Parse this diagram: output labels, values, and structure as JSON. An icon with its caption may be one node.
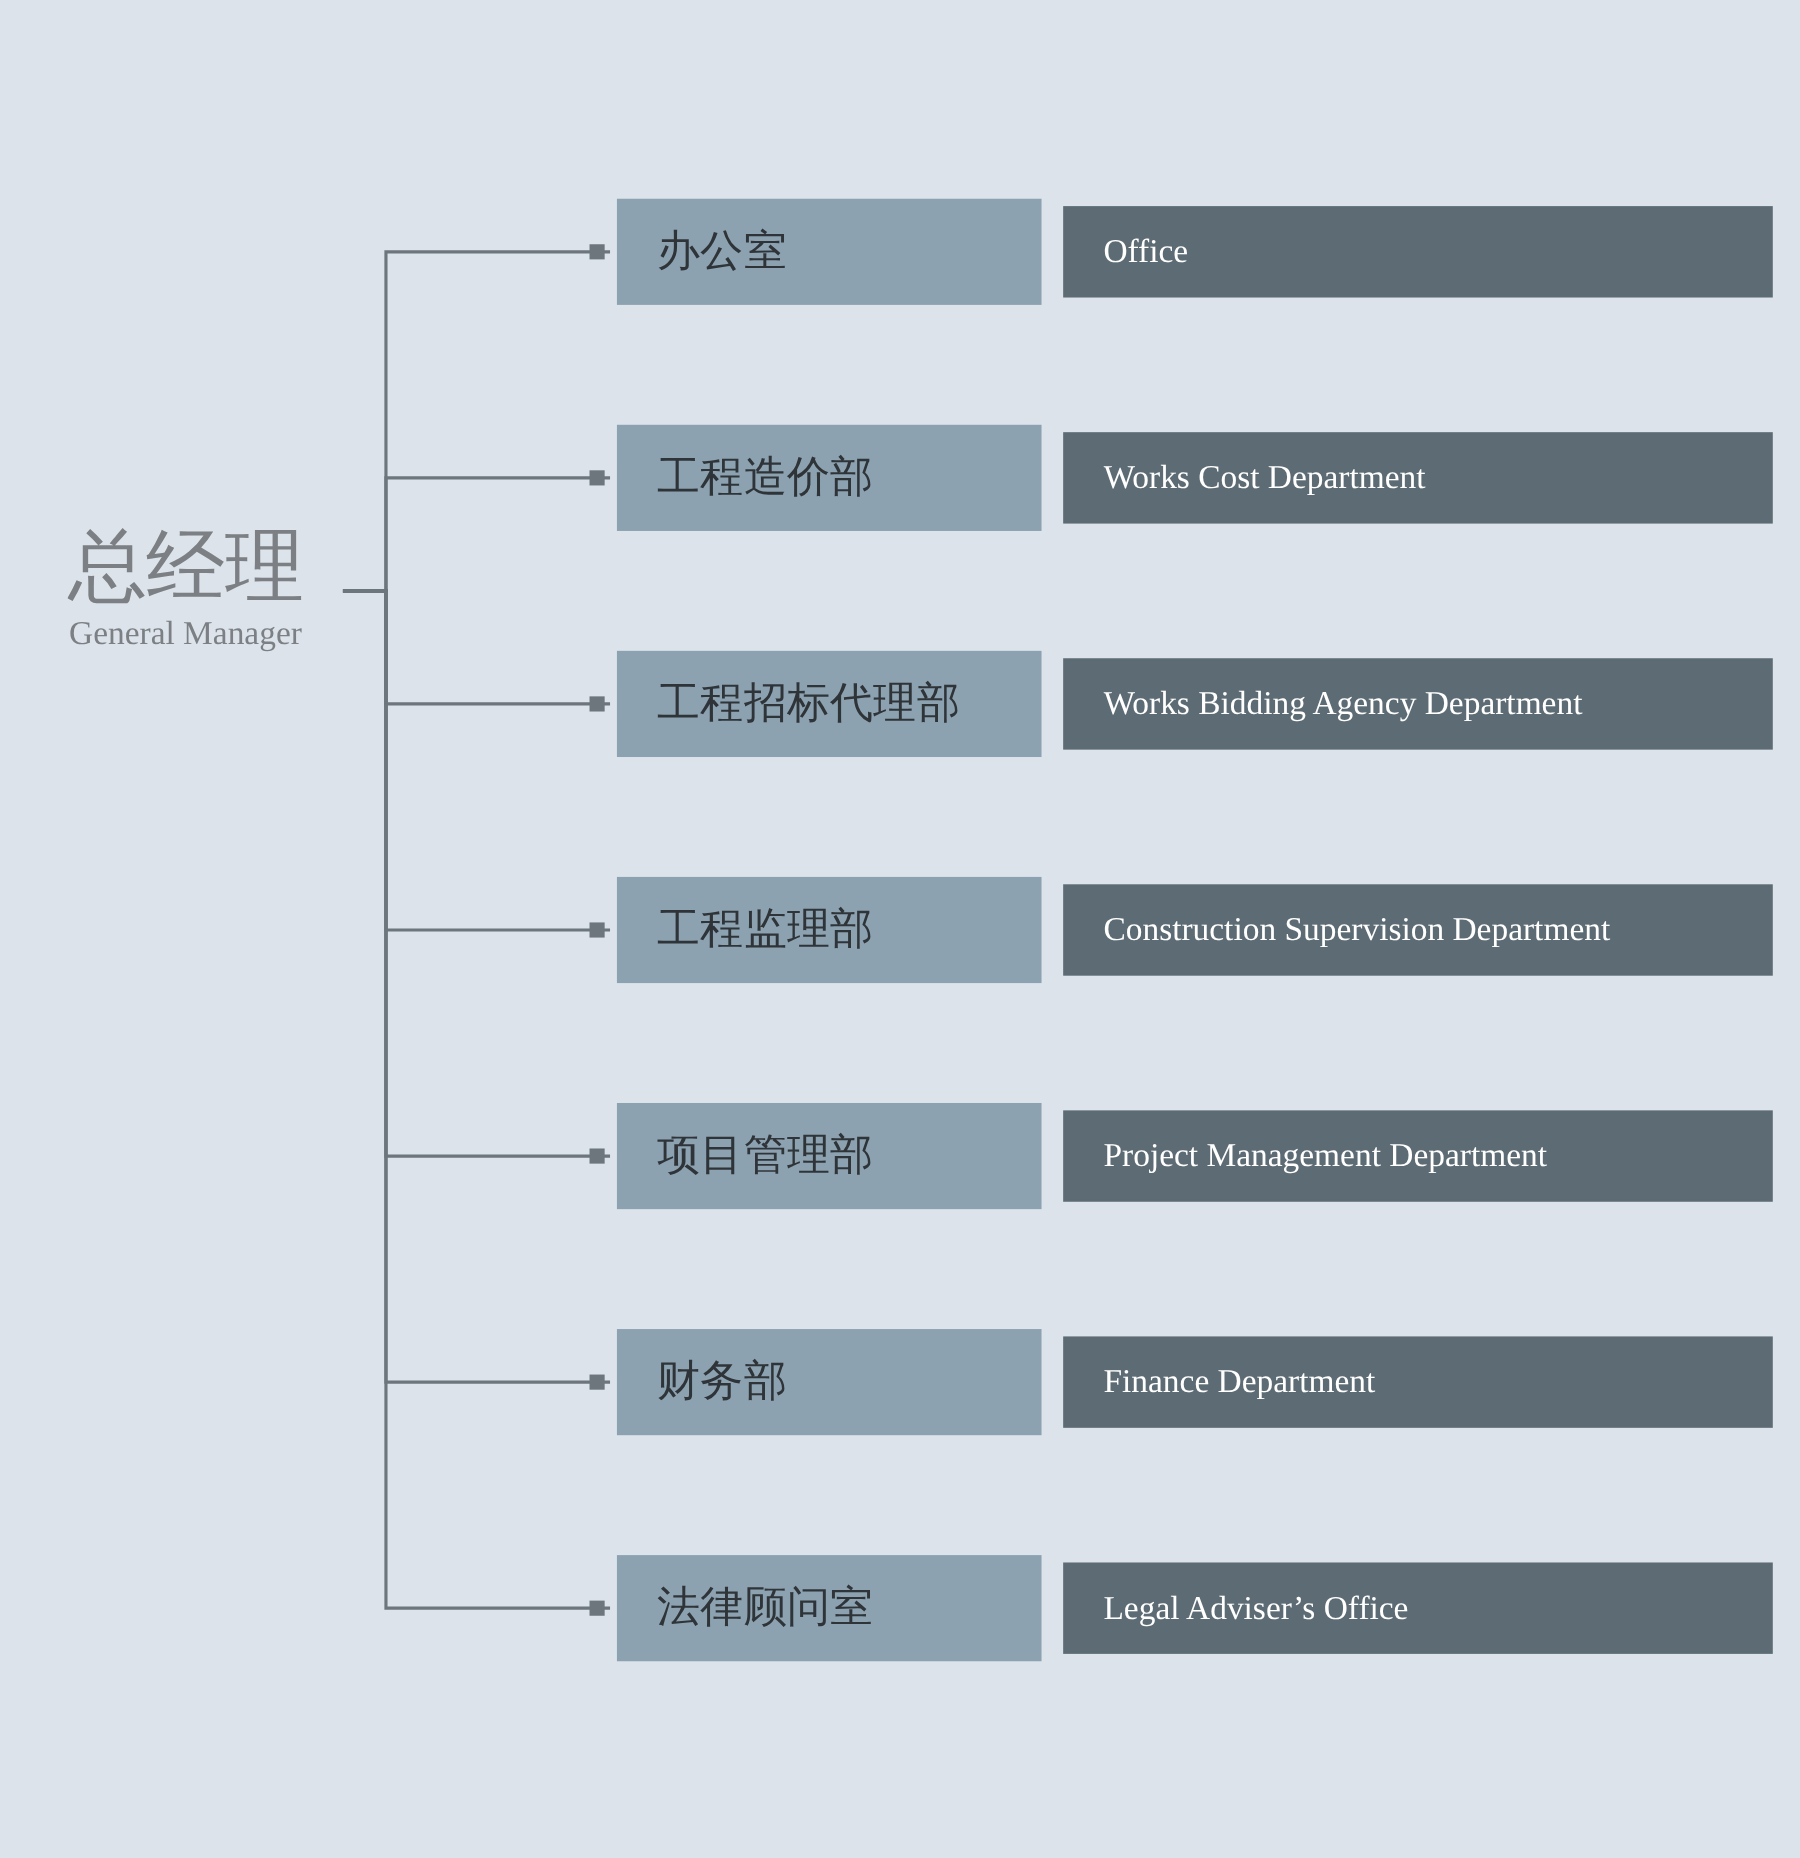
{
  "diagram": {
    "nodes": [
      {
        "text": [
          "总经理",
          "General Manager"
        ]
      },
      {
        "text": [
          "办公室"
        ]
      },
      {
        "text": [
          "Office"
        ]
      },
      {
        "text": [
          "工程造价部"
        ]
      },
      {
        "text": [
          "Works Cost Department"
        ]
      },
      {
        "text": [
          "工程招标代理部"
        ]
      },
      {
        "text": [
          "Works Bidding Agency Department"
        ]
      },
      {
        "text": [
          "工程监理部"
        ]
      },
      {
        "text": [
          "Construction Supervision Department"
        ]
      },
      {
        "text": [
          "项目管理部"
        ]
      },
      {
        "text": [
          "Project Management Department"
        ]
      },
      {
        "text": [
          "财务部"
        ]
      },
      {
        "text": [
          "Finance Department"
        ]
      },
      {
        "text": [
          "法律顾问室"
        ]
      },
      {
        "text": [
          "Legal Adviser’s Office"
        ]
      }
    ],
    "edges": [
      {
        "from": 0,
        "to": 1,
        "arrow": "other"
      },
      {
        "from": 0,
        "to": 3,
        "arrow": "other"
      },
      {
        "from": 0,
        "to": 5,
        "arrow": "other"
      },
      {
        "from": 0,
        "to": 7,
        "arrow": "other"
      },
      {
        "from": 0,
        "to": 9,
        "arrow": "other"
      },
      {
        "from": 0,
        "to": 11,
        "arrow": "other"
      },
      {
        "from": 0,
        "to": 13,
        "arrow": "other"
      }
    ]
  }
}
